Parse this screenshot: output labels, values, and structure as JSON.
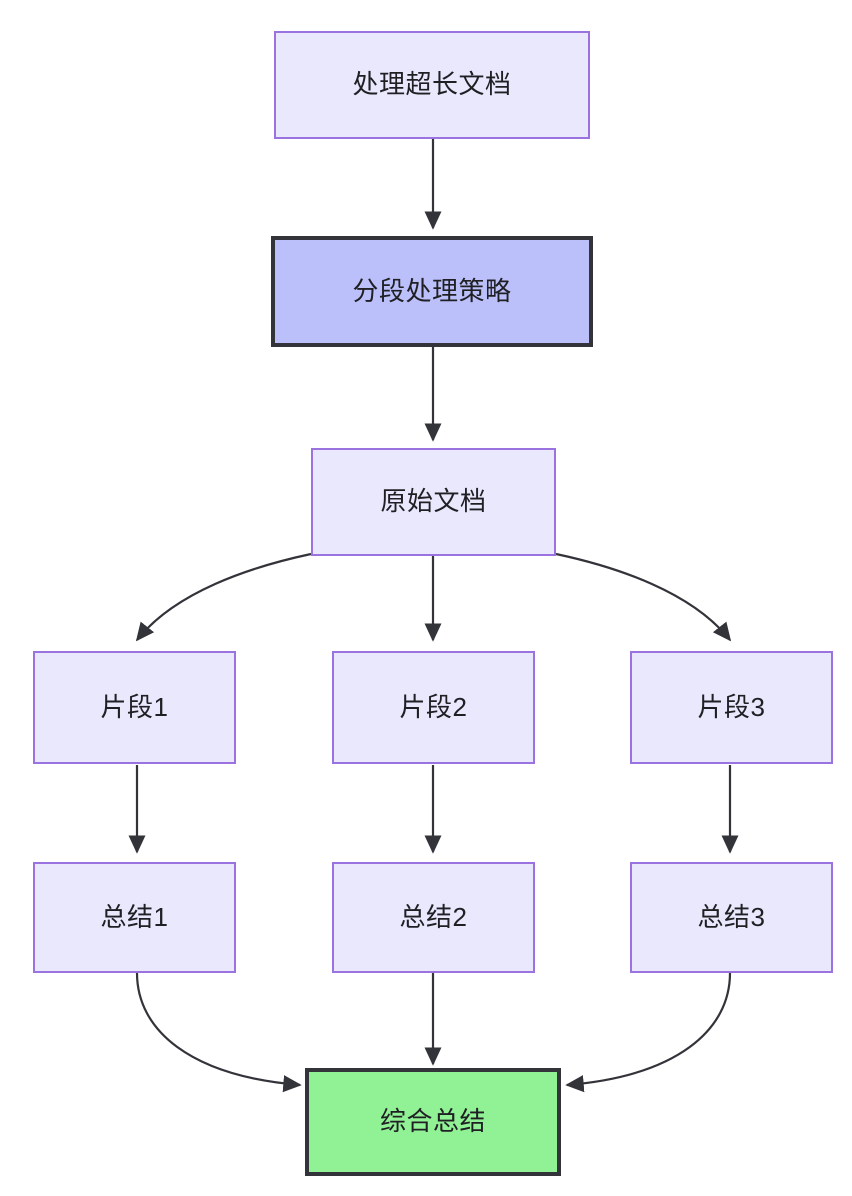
{
  "diagram": {
    "type": "flowchart",
    "direction": "top-to-bottom",
    "background_color": "#ffffff",
    "edge_color": "#33333a",
    "styles": {
      "plain": {
        "fill": "#e9e8fd",
        "stroke": "#9a73e0",
        "stroke_width": 2
      },
      "highlight": {
        "fill": "#bcc0fa",
        "stroke": "#33333a",
        "stroke_width": 4
      },
      "result": {
        "fill": "#90f295",
        "stroke": "#33333a",
        "stroke_width": 4
      }
    },
    "nodes": [
      {
        "id": "n1",
        "label": "处理超长文档",
        "style": "plain"
      },
      {
        "id": "n2",
        "label": "分段处理策略",
        "style": "highlight"
      },
      {
        "id": "n3",
        "label": "原始文档",
        "style": "plain"
      },
      {
        "id": "n4",
        "label": "片段1",
        "style": "plain"
      },
      {
        "id": "n5",
        "label": "片段2",
        "style": "plain"
      },
      {
        "id": "n6",
        "label": "片段3",
        "style": "plain"
      },
      {
        "id": "n7",
        "label": "总结1",
        "style": "plain"
      },
      {
        "id": "n8",
        "label": "总结2",
        "style": "plain"
      },
      {
        "id": "n9",
        "label": "总结3",
        "style": "plain"
      },
      {
        "id": "n10",
        "label": "综合总结",
        "style": "result"
      }
    ],
    "edges": [
      {
        "from": "n1",
        "to": "n2",
        "shape": "straight"
      },
      {
        "from": "n2",
        "to": "n3",
        "shape": "straight"
      },
      {
        "from": "n3",
        "to": "n4",
        "shape": "curve"
      },
      {
        "from": "n3",
        "to": "n5",
        "shape": "straight"
      },
      {
        "from": "n3",
        "to": "n6",
        "shape": "curve"
      },
      {
        "from": "n4",
        "to": "n7",
        "shape": "straight"
      },
      {
        "from": "n5",
        "to": "n8",
        "shape": "straight"
      },
      {
        "from": "n6",
        "to": "n9",
        "shape": "straight"
      },
      {
        "from": "n7",
        "to": "n10",
        "shape": "curve"
      },
      {
        "from": "n8",
        "to": "n10",
        "shape": "straight"
      },
      {
        "from": "n9",
        "to": "n10",
        "shape": "curve"
      }
    ]
  }
}
